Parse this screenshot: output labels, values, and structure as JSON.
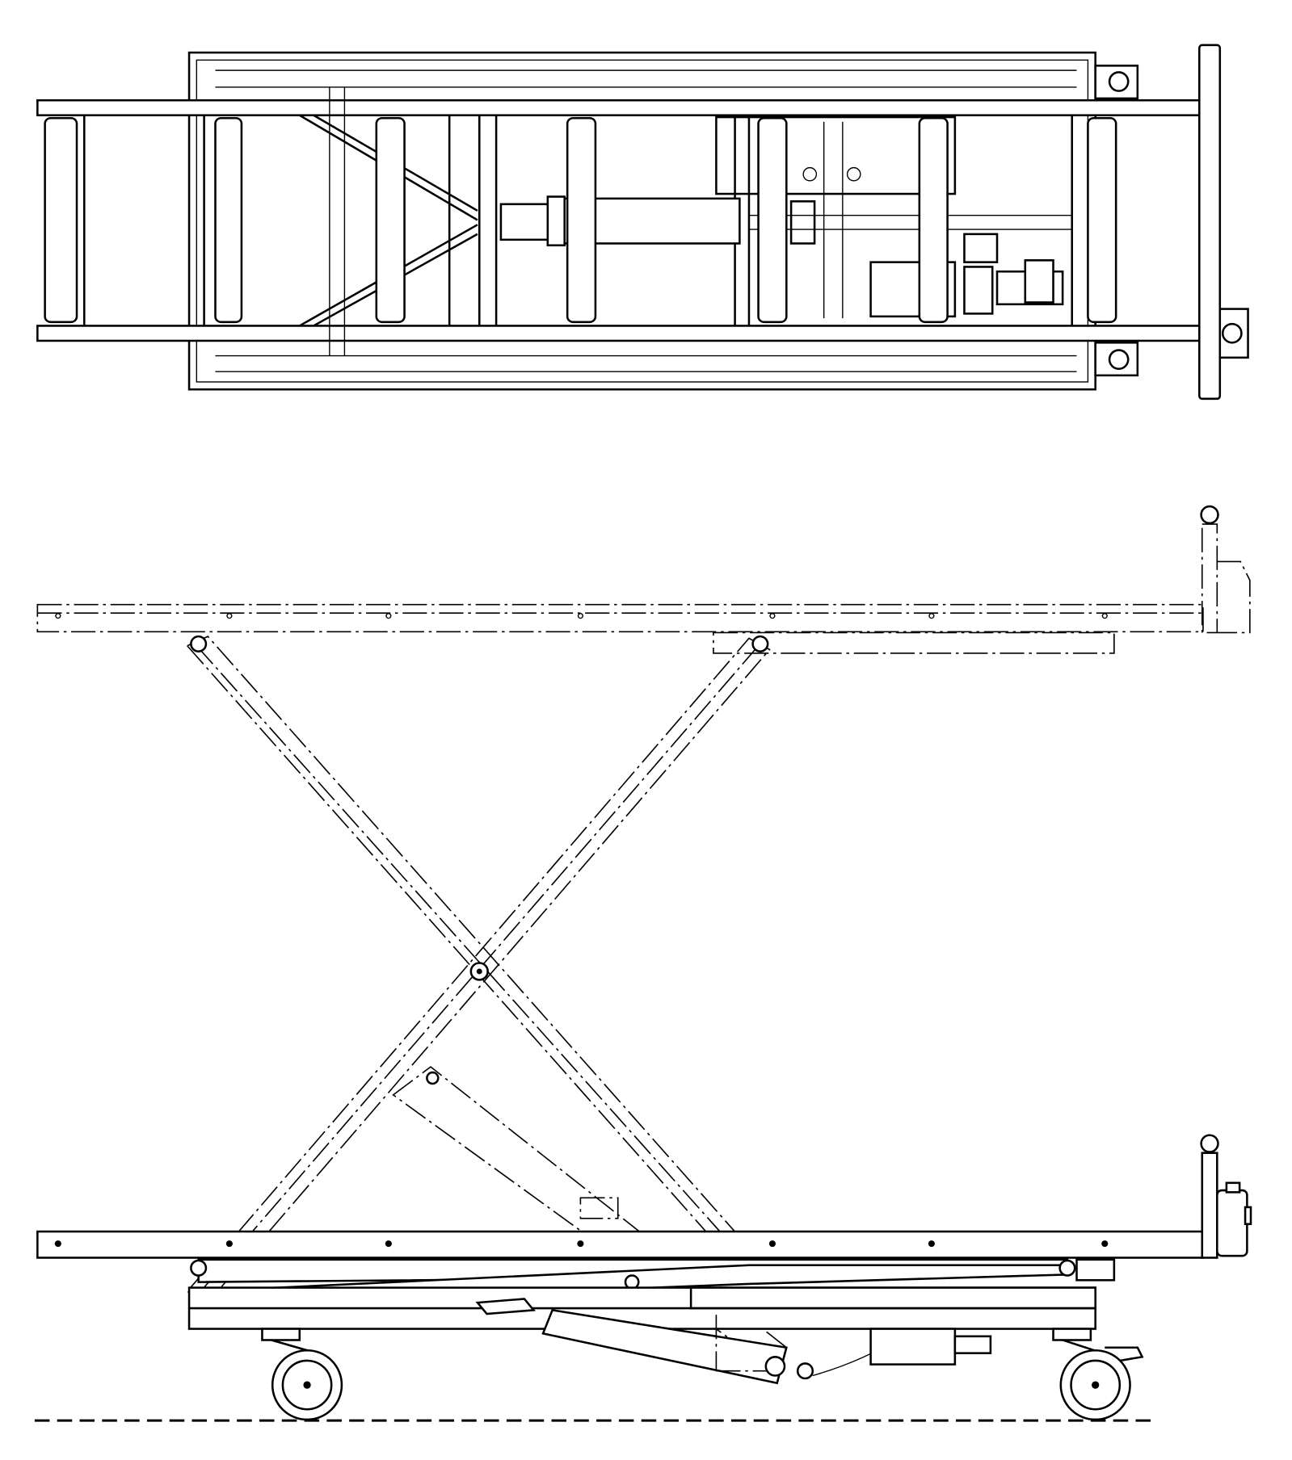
{
  "figure": {
    "views": [
      "top-view",
      "side-view-raised",
      "side-view-lowered"
    ],
    "line_color": "#000000",
    "background": "#ffffff"
  }
}
